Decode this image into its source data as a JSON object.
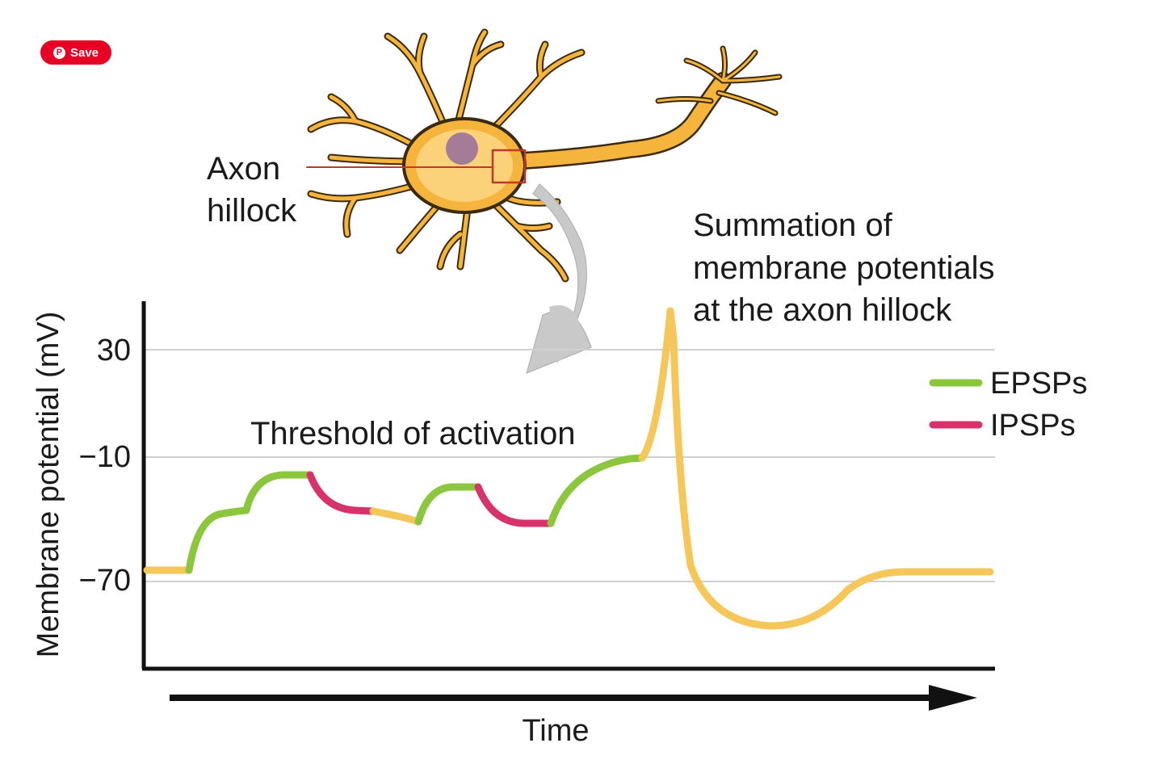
{
  "save_button": {
    "label": "Save",
    "icon": "pinterest-icon",
    "color": "#e60023"
  },
  "neuron": {
    "label_line1": "Axon",
    "label_line2": "hillock",
    "body_color": "#f5b43c",
    "nucleus_color": "#a57b97"
  },
  "annotations": {
    "summation_line1": "Summation of",
    "summation_line2": "membrane potentials",
    "summation_line3": "at the axon hillock",
    "threshold": "Threshold of activation"
  },
  "chart_data": {
    "type": "line",
    "ylabel": "Membrane potential (mV)",
    "xlabel": "Time",
    "y_ticks": [
      "30",
      "−10",
      "−70"
    ],
    "legend": [
      {
        "label": "EPSPs",
        "color": "#8cc63f"
      },
      {
        "label": "IPSPs",
        "color": "#d6336c"
      }
    ],
    "trace_color": "#f5c65a",
    "grid": true
  }
}
